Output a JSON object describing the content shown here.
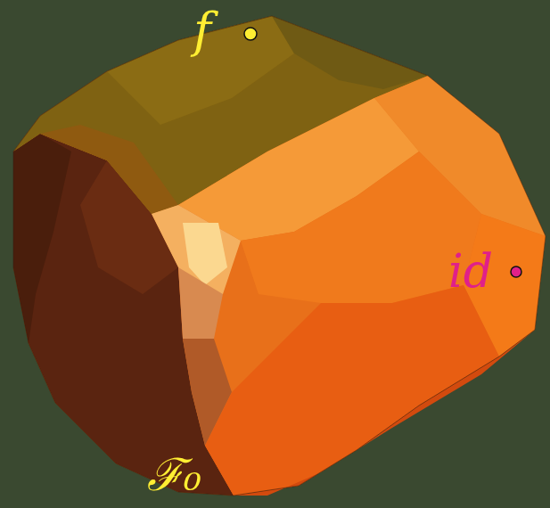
{
  "diagram": {
    "labels": [
      "f",
      "id",
      "ℱ₀"
    ]
  }
}
